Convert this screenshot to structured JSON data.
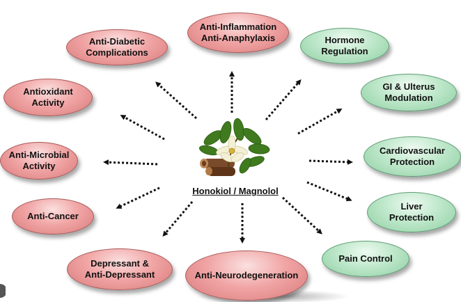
{
  "center": {
    "label": "Honokiol / Magnolol"
  },
  "nodes": {
    "anti_diabetic": "Anti-Diabetic\nComplications",
    "anti_inflammation": "Anti-Inflammation\nAnti-Anaphylaxis",
    "hormone": "Hormone\nRegulation",
    "antioxidant": "Antioxidant\nActivity",
    "gi_ulterus": "GI & Ulterus\nModulation",
    "anti_microbial": "Anti-Microbial\nActivity",
    "cardiovascular": "Cardiovascular\nProtection",
    "anti_cancer": "Anti-Cancer",
    "liver": "Liver\nProtection",
    "depressant": "Depressant &\nAnti-Depressant",
    "anti_neuro": "Anti-Neurodegeneration",
    "pain": "Pain Control"
  },
  "colors": {
    "pink_node": "#f1a5a5",
    "green_node": "#bfe8cb",
    "arrow": "#111111",
    "leaf": "#3f7a1e",
    "flower": "#f4f0d6",
    "bark": "#7a4b2a"
  },
  "icons": {
    "center_image": "magnolia-branch-and-bark-illustration"
  }
}
